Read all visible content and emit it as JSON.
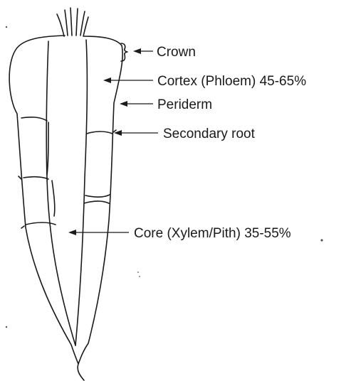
{
  "labels": {
    "crown": "Crown",
    "cortex": "Cortex (Phloem) 45-65%",
    "periderm": "Periderm",
    "secondary_root": "Secondary root",
    "core": "Core (Xylem/Pith) 35-55%"
  }
}
